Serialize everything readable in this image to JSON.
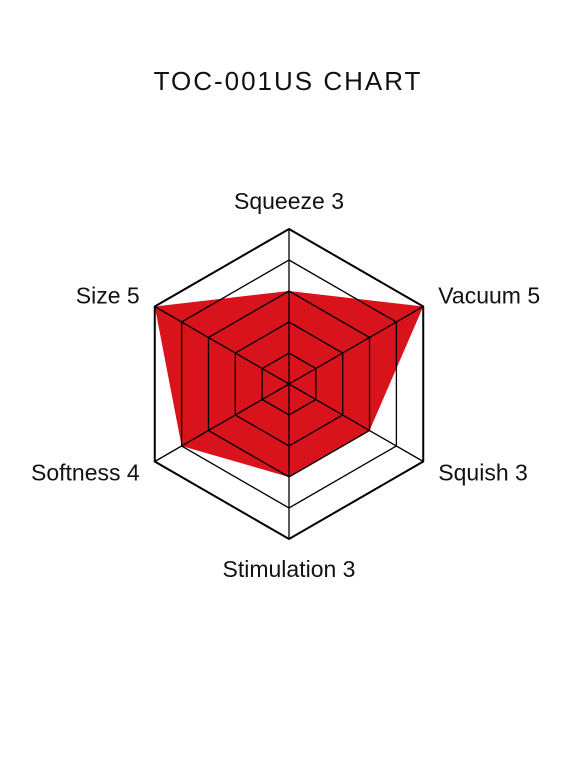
{
  "chart_data": {
    "type": "radar",
    "title": "TOC-001US CHART",
    "axes": [
      {
        "label": "Squeeze 3",
        "value": 3
      },
      {
        "label": "Vacuum 5",
        "value": 5
      },
      {
        "label": "Squish 3",
        "value": 3
      },
      {
        "label": "Stimulation 3",
        "value": 3
      },
      {
        "label": "Softness 4",
        "value": 4
      },
      {
        "label": "Size 5",
        "value": 5
      }
    ],
    "scale_max": 5,
    "rings": 5,
    "fill_color": "#d9131c",
    "grid_color": "#000000"
  }
}
